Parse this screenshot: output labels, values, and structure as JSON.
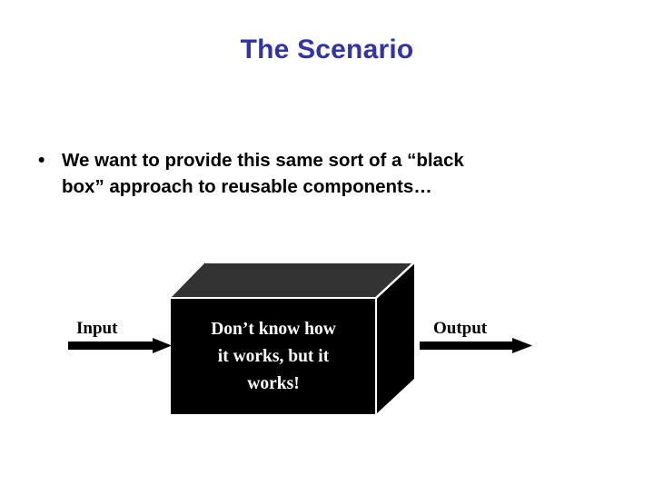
{
  "slide": {
    "title": "The Scenario",
    "background_color": "#ffffff",
    "title_color": "#3333a8"
  },
  "body": {
    "bullets": [
      {
        "marker": "•",
        "line1": "We want to provide this same sort of a “black",
        "line2": "box” approach to reusable components…"
      }
    ]
  },
  "diagram": {
    "box": {
      "front_color": "#000000",
      "top_color": "#333333",
      "side_color": "#000000",
      "edge_color": "#ffffff",
      "lines": [
        "Don’t know how",
        "it works, but it",
        "works!"
      ],
      "text_color": "#ffffff"
    },
    "input_label": "Input",
    "output_label": "Output",
    "arrow_color": "#000000"
  }
}
